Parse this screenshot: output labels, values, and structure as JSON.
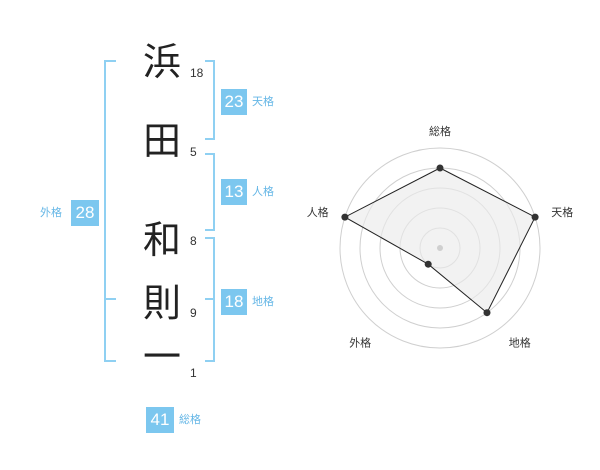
{
  "name": {
    "chars": [
      {
        "char": "浜",
        "strokes": "18"
      },
      {
        "char": "田",
        "strokes": "5"
      },
      {
        "char": "和",
        "strokes": "8"
      },
      {
        "char": "則",
        "strokes": "9"
      },
      {
        "char": "一",
        "strokes": "1"
      }
    ]
  },
  "kaku": {
    "tenkaku": {
      "value": "23",
      "label": "天格"
    },
    "jinkaku": {
      "value": "13",
      "label": "人格"
    },
    "chikaku": {
      "value": "18",
      "label": "地格"
    },
    "gaikaku": {
      "value": "28",
      "label": "外格"
    },
    "soukaku": {
      "value": "41",
      "label": "総格"
    }
  },
  "colors": {
    "accent": "#7cc7ef",
    "bracket": "#8fd0f2",
    "label": "#64b6e6",
    "radar_fill": "#ebebeb",
    "radar_grid": "#cfcfcf"
  },
  "chart_data": {
    "type": "radar",
    "axes": [
      "総格",
      "天格",
      "地格",
      "外格",
      "人格"
    ],
    "values": [
      4,
      5,
      4,
      1,
      5
    ],
    "rmax": 5,
    "rings": 5
  }
}
